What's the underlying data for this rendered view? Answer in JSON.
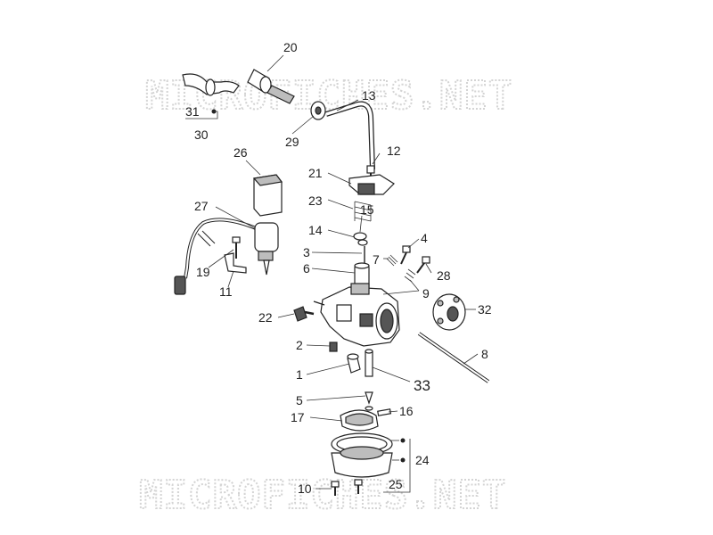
{
  "watermark": {
    "top": "MICROFICHES.NET",
    "bottom": "MICROFICHES.NET"
  },
  "callouts": [
    {
      "id": "c20",
      "text": "20"
    },
    {
      "id": "c13",
      "text": "13"
    },
    {
      "id": "c31",
      "text": "31"
    },
    {
      "id": "c30",
      "text": "30"
    },
    {
      "id": "c29",
      "text": "29"
    },
    {
      "id": "c12",
      "text": "12"
    },
    {
      "id": "c26",
      "text": "26"
    },
    {
      "id": "c21",
      "text": "21"
    },
    {
      "id": "c23",
      "text": "23"
    },
    {
      "id": "c27",
      "text": "27"
    },
    {
      "id": "c15",
      "text": "15"
    },
    {
      "id": "c14",
      "text": "14"
    },
    {
      "id": "c4",
      "text": "4"
    },
    {
      "id": "c3",
      "text": "3"
    },
    {
      "id": "c7",
      "text": "7"
    },
    {
      "id": "c19",
      "text": "19"
    },
    {
      "id": "c6",
      "text": "6"
    },
    {
      "id": "c28",
      "text": "28"
    },
    {
      "id": "c11",
      "text": "11"
    },
    {
      "id": "c9",
      "text": "9"
    },
    {
      "id": "c32",
      "text": "32"
    },
    {
      "id": "c22",
      "text": "22"
    },
    {
      "id": "c2",
      "text": "2"
    },
    {
      "id": "c8",
      "text": "8"
    },
    {
      "id": "c1",
      "text": "1"
    },
    {
      "id": "c33",
      "text": "33"
    },
    {
      "id": "c5",
      "text": "5"
    },
    {
      "id": "c16",
      "text": "16"
    },
    {
      "id": "c17",
      "text": "17"
    },
    {
      "id": "c24",
      "text": "24"
    },
    {
      "id": "c10",
      "text": "10"
    },
    {
      "id": "c25",
      "text": "25"
    }
  ]
}
